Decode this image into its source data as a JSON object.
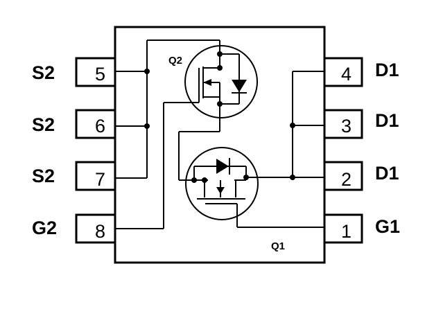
{
  "pins": {
    "left": [
      {
        "number": "5",
        "name": "S2"
      },
      {
        "number": "6",
        "name": "S2"
      },
      {
        "number": "7",
        "name": "S2"
      },
      {
        "number": "8",
        "name": "G2"
      }
    ],
    "right": [
      {
        "number": "4",
        "name": "D1"
      },
      {
        "number": "3",
        "name": "D1"
      },
      {
        "number": "2",
        "name": "D1"
      },
      {
        "number": "1",
        "name": "G1"
      }
    ]
  },
  "transistors": {
    "q2": {
      "label": "Q2"
    },
    "q1": {
      "label": "Q1"
    }
  }
}
